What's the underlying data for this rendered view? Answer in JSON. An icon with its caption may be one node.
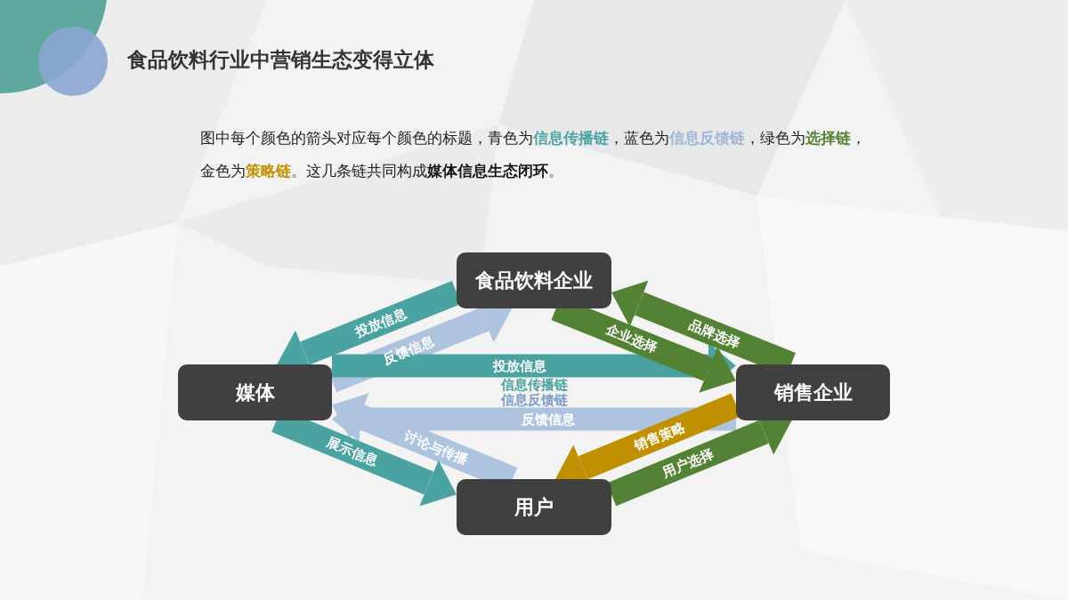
{
  "diagram": {
    "title": "食品饮料行业中营销生态变得立体",
    "nodes": [
      {
        "text": [
          "食品饮料企业"
        ]
      },
      {
        "text": [
          "媒体"
        ]
      },
      {
        "text": [
          "销售企业"
        ]
      },
      {
        "text": [
          "用户"
        ]
      }
    ],
    "edges": [
      {
        "from": 0,
        "to": 1,
        "arrow": "to",
        "label": "投放信息",
        "color": "#4aa3a0"
      },
      {
        "from": 1,
        "to": 0,
        "arrow": "to",
        "label": "反馈信息",
        "color": "#adc3de"
      },
      {
        "from": 1,
        "to": 2,
        "arrow": "to",
        "label": "投放信息",
        "color": "#4aa3a0"
      },
      {
        "from": 2,
        "to": 1,
        "arrow": "to",
        "label": "反馈信息",
        "color": "#adc3de"
      },
      {
        "from": 2,
        "to": 0,
        "arrow": "to",
        "label": "品牌选择",
        "color": "#548235"
      },
      {
        "from": 0,
        "to": 2,
        "arrow": "to",
        "label": "企业选择",
        "color": "#548235"
      },
      {
        "from": 3,
        "to": 1,
        "arrow": "to",
        "label": "讨论与传播",
        "color": "#adc3de"
      },
      {
        "from": 1,
        "to": 3,
        "arrow": "to",
        "label": "展示信息",
        "color": "#4aa3a0"
      },
      {
        "from": 2,
        "to": 3,
        "arrow": "to",
        "label": "销售策略",
        "color": "#c09000"
      },
      {
        "from": 3,
        "to": 2,
        "arrow": "to",
        "label": "用户选择",
        "color": "#548235"
      }
    ],
    "labels": [
      "图中每个颜色的箭头对应每个颜色的标题，青色为**信息传播链**，蓝色为**信息反馈链**，绿色为**选择链**，金色为**策略链**。这几条链共同构成**媒体信息生态闭环**。",
      "信息传播链",
      "信息反馈链"
    ]
  }
}
